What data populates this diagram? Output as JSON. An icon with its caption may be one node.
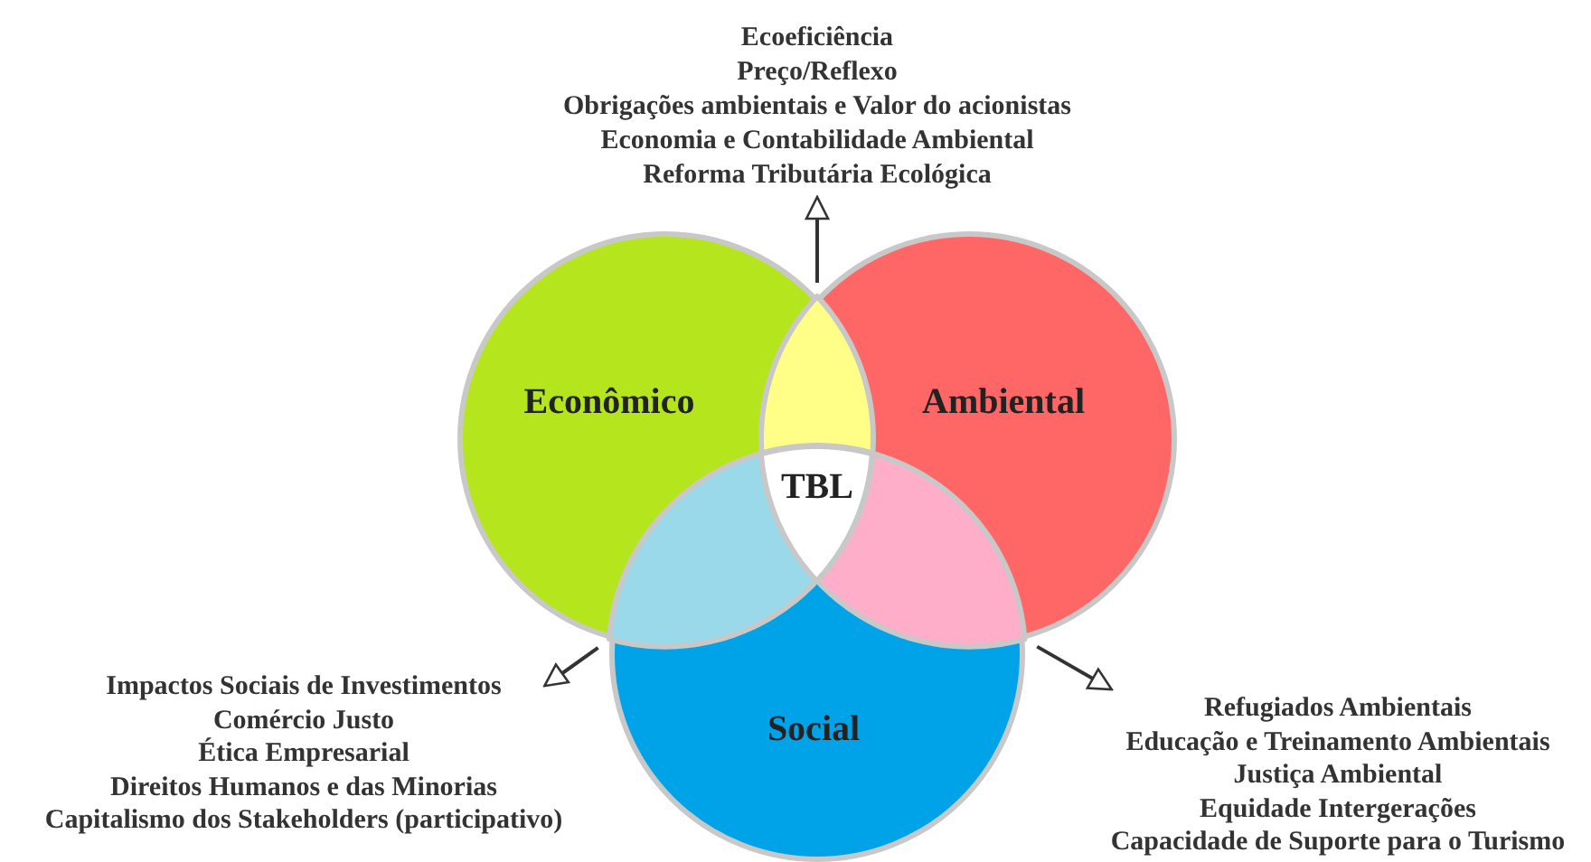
{
  "diagram": {
    "nodes": [
      {
        "text": [
          "Econômico"
        ]
      },
      {
        "text": [
          "Ambiental"
        ]
      },
      {
        "text": [
          "Social"
        ]
      },
      {
        "text": [],
        "shape": "lens"
      },
      {
        "text": [],
        "shape": "lens"
      },
      {
        "text": [],
        "shape": "lens"
      },
      {
        "text": [
          "TBL"
        ]
      },
      {
        "text": [
          "Ecoeficiência",
          "Preço/Reflexo",
          "Obrigações ambientais e Valor do acionistas",
          "Economia e Contabilidade Ambiental",
          "Reforma Tributária Ecológica"
        ]
      },
      {
        "text": [
          "Impactos Sociais de Investimentos",
          "Comércio Justo",
          "Ética Empresarial",
          "Direitos Humanos e das Minorias",
          "Capitalismo dos Stakeholders (participativo)"
        ]
      },
      {
        "text": [
          "Refugiados Ambientais",
          "Educação e Treinamento Ambientais",
          "Justiça Ambiental",
          "Equidade Intergerações",
          "Capacidade de Suporte para o Turismo"
        ]
      }
    ],
    "edges": [
      {
        "from": 3,
        "to": 7,
        "arrow": "to"
      },
      {
        "from": 4,
        "to": 8,
        "arrow": "to"
      },
      {
        "from": 5,
        "to": 9,
        "arrow": "to"
      }
    ]
  }
}
